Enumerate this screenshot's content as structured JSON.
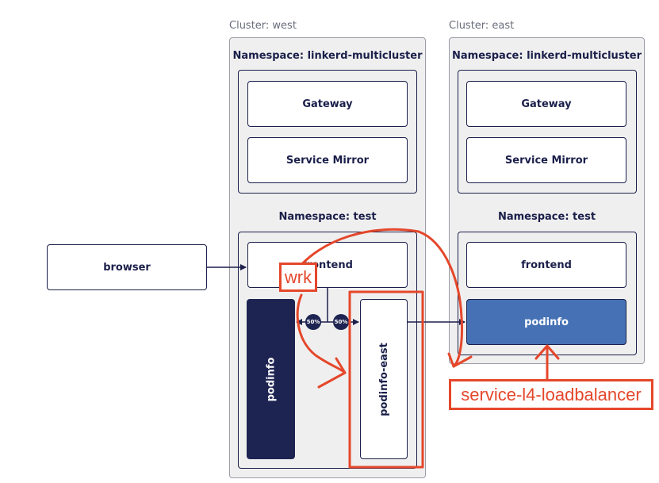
{
  "clusters": {
    "west": {
      "label": "Cluster: west",
      "ns_multicluster": "Namespace: linkerd-multicluster",
      "gateway": "Gateway",
      "service_mirror": "Service Mirror",
      "ns_test": "Namespace: test",
      "frontend": "frontend",
      "podinfo": "podinfo",
      "podinfo_east": "podinfo-east",
      "split_left": "50%",
      "split_right": "50%"
    },
    "east": {
      "label": "Cluster: east",
      "ns_multicluster": "Namespace: linkerd-multicluster",
      "gateway": "Gateway",
      "service_mirror": "Service Mirror",
      "ns_test": "Namespace: test",
      "frontend": "frontend",
      "podinfo": "podinfo"
    }
  },
  "browser": "browser",
  "annotations": {
    "wrk": "wrk",
    "service_lb": "service-l4-loadbalancer"
  },
  "colors": {
    "navy": "#1b1f4a",
    "dark_node": "#1e2452",
    "blue_node": "#4672b5",
    "annotation": "#e5472b",
    "cluster_bg": "#efefef"
  }
}
